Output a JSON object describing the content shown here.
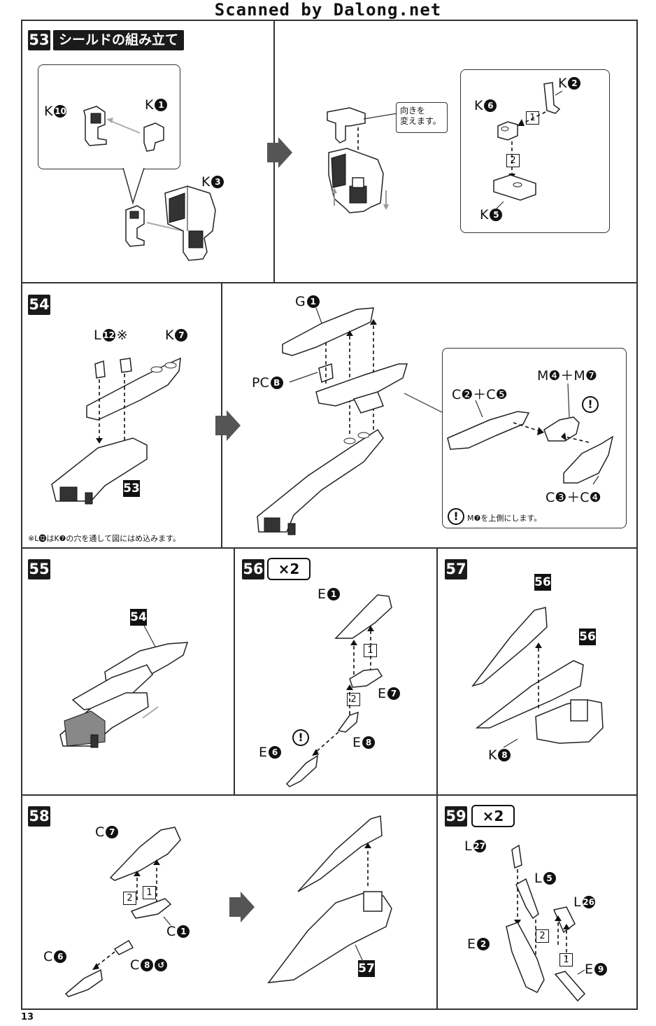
{
  "header": {
    "scanner_text": "Scanned by Dalong.net"
  },
  "page_number": "13",
  "steps": {
    "s53": {
      "num": "53",
      "title": "シールドの組み立て",
      "callout": "向きを\n変えます。",
      "labels": {
        "k10": "K",
        "k10n": "10",
        "k1": "K",
        "k1n": "1",
        "k3": "K",
        "k3n": "3",
        "k6": "K",
        "k6n": "6",
        "k2": "K",
        "k2n": "2",
        "k5": "K",
        "k5n": "5",
        "o1": "1",
        "o2": "2"
      }
    },
    "s54": {
      "num": "54",
      "note": "※L⓬はK❼の穴を通して図にはめ込みます。",
      "caution": "M❼を上側にします。",
      "badge": "53",
      "labels": {
        "l12": "L",
        "l12n": "12",
        "l12mark": "※",
        "k7": "K",
        "k7n": "7",
        "g1": "G",
        "g1n": "1",
        "pcb": "PC",
        "pcbn": "B",
        "c2c5": "C❷＋C❺",
        "m4m7": "M❹＋M❼",
        "c3c4": "C❸＋C❹"
      }
    },
    "s55": {
      "num": "55",
      "badge": "54"
    },
    "s56": {
      "num": "56",
      "times": "×2",
      "labels": {
        "e1": "E",
        "e1n": "1",
        "e7": "E",
        "e7n": "7",
        "e8": "E",
        "e8n": "8",
        "e6": "E",
        "e6n": "6",
        "o1": "1",
        "o2": "2"
      }
    },
    "s57": {
      "num": "57",
      "badge_a": "56",
      "badge_b": "56",
      "labels": {
        "k8": "K",
        "k8n": "8"
      }
    },
    "s58": {
      "num": "58",
      "badge": "57",
      "labels": {
        "c7": "C",
        "c7n": "7",
        "c1": "C",
        "c1n": "1",
        "c6": "C",
        "c6n": "6",
        "c8": "C",
        "c8n": "8",
        "o1": "1",
        "o2": "2"
      }
    },
    "s59": {
      "num": "59",
      "times": "×2",
      "labels": {
        "l27": "L",
        "l27n": "27",
        "l5": "L",
        "l5n": "5",
        "l26": "L",
        "l26n": "26",
        "e2": "E",
        "e2n": "2",
        "e9": "E",
        "e9n": "9",
        "o1": "1",
        "o2": "2"
      }
    }
  }
}
